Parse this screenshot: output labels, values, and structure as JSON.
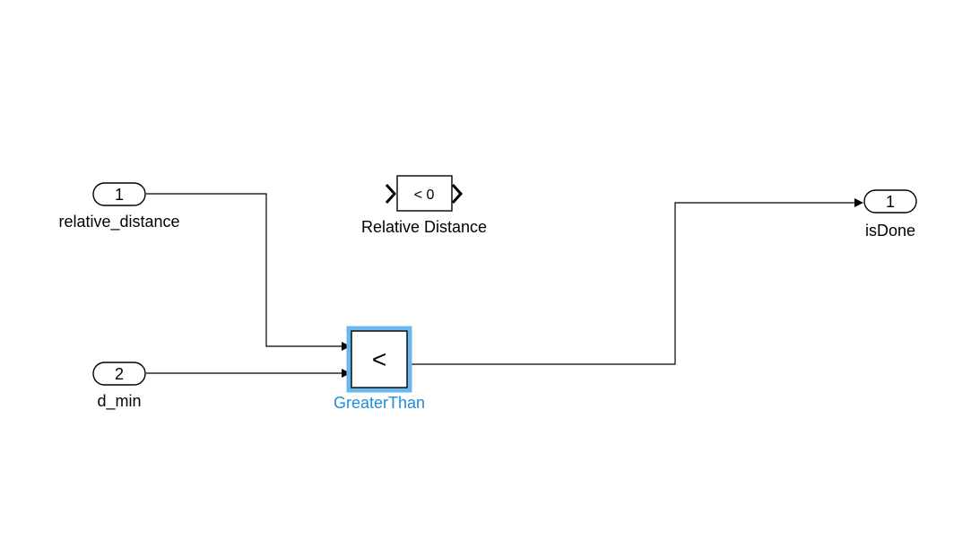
{
  "diagram": {
    "inports": [
      {
        "number": "1",
        "label": "relative_distance"
      },
      {
        "number": "2",
        "label": "d_min"
      }
    ],
    "outports": [
      {
        "number": "1",
        "label": "isDone"
      }
    ],
    "blocks": {
      "compare": {
        "operator": "<",
        "label": "GreaterThan",
        "selected": true
      },
      "assertion": {
        "text": "< 0",
        "label": "Relative Distance"
      }
    },
    "colors": {
      "selection": "#1a8ddb",
      "selection_border": "#6bb8ee",
      "line": "#000000"
    }
  }
}
